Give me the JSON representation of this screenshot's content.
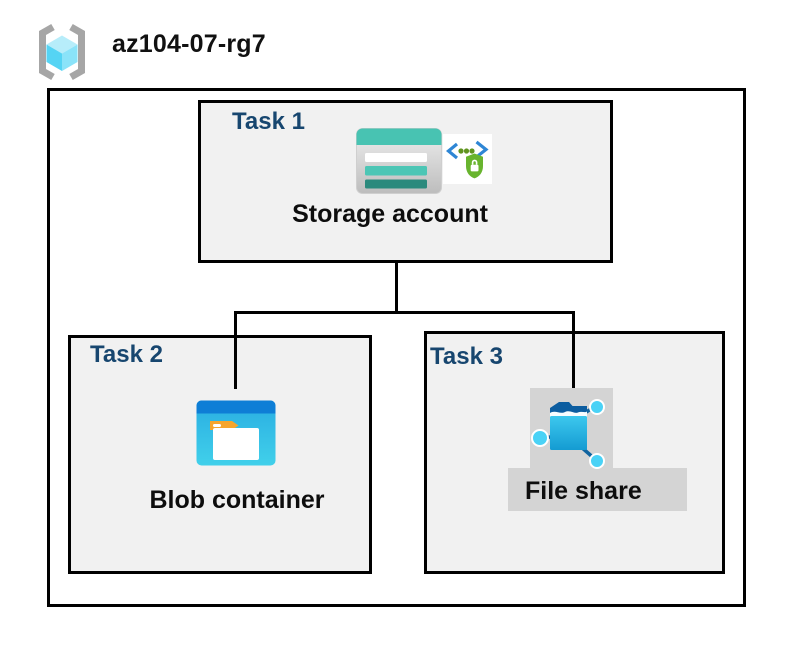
{
  "diagram": {
    "resource_group": {
      "name": "az104-07-rg7"
    },
    "tasks": [
      {
        "label": "Task 1",
        "item_label": "Storage account"
      },
      {
        "label": "Task 2",
        "item_label": "Blob container"
      },
      {
        "label": "Task 3",
        "item_label": "File share"
      }
    ],
    "connections": [
      {
        "from": "Storage account",
        "to": "Blob container"
      },
      {
        "from": "Storage account",
        "to": "File share"
      }
    ],
    "icons": {
      "resource_group": "resource-group-icon",
      "task1": [
        "storage-account-icon",
        "sas-security-icon"
      ],
      "task2": [
        "blob-container-icon"
      ],
      "task3": [
        "file-share-icon"
      ]
    },
    "colors": {
      "task_label_blue": "#17466F",
      "box_fill_gray": "#F1F1F1",
      "border_black": "#000000",
      "storage_teal": "#48C3B2",
      "storage_teal_dark": "#2B8A7D",
      "blob_bar_blue": "#0E7ED6",
      "blob_body_cyan": "#2FB6E6",
      "tab_orange": "#F6A52C",
      "fileshare_folder_blue": "#14A0D4",
      "fileshare_flap_navy": "#0C5DA0",
      "node_cyan": "#4AD2F6",
      "chevron_blue": "#2E86D5",
      "shield_green": "#68B42E",
      "bracket_gray": "#A6A6A6",
      "cube_cyan": "#55D4F4",
      "selection_gray": "#D4D4D4"
    }
  }
}
